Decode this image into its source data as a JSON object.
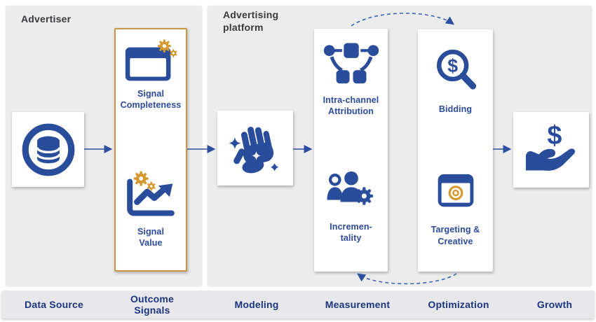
{
  "panels": {
    "advertiser": {
      "label": "Advertiser"
    },
    "platform": {
      "label": "Advertising\nplatform"
    }
  },
  "nodes": {
    "outcome_signals": {
      "completeness_label": "Signal\nCompleteness",
      "value_label": "Signal\nValue"
    },
    "measurement": {
      "attribution_label": "Intra-channel\nAttribution",
      "incrementality_label": "Incremen-\ntality"
    },
    "optimization": {
      "bidding_label": "Bidding",
      "targeting_label": "Targeting &\nCreative"
    }
  },
  "bottom_bar": {
    "labels": [
      "Data Source",
      "Outcome\nSignals",
      "Modeling",
      "Measurement",
      "Optimization",
      "Growth"
    ]
  },
  "icons": {
    "data_source": "database-icon",
    "signal_completeness": "browser-window-gears-icon",
    "signal_value": "growth-chart-gears-icon",
    "modeling": "hand-sparkles-icon",
    "intra_channel_attribution": "connected-nodes-icon",
    "incrementality": "people-gear-icon",
    "bidding": "magnifier-dollar-icon",
    "targeting_creative": "browser-target-icon",
    "growth": "hand-holding-dollar-icon",
    "dollar_glyph": "$"
  },
  "colors": {
    "primary_blue": "#2a4d9b",
    "accent_orange": "#d6992f",
    "navy_label": "#2b4a9e",
    "bar_label_navy": "#1b3480",
    "panel_gray": "#ececec",
    "bar_gray": "#e8e8ea",
    "signal_box_border": "#cc9742"
  }
}
